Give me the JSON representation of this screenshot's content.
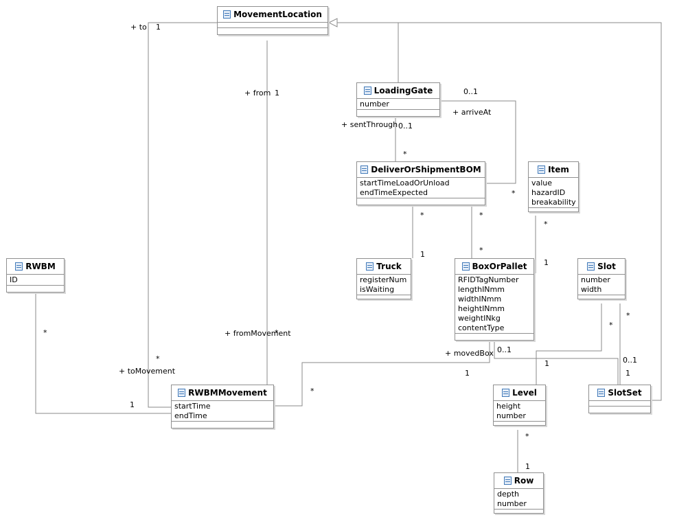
{
  "classes": {
    "movement_location": {
      "name": "MovementLocation",
      "attributes": []
    },
    "loading_gate": {
      "name": "LoadingGate",
      "attributes": [
        "number"
      ]
    },
    "deliver_or_shipment_bom": {
      "name": "DeliverOrShipmentBOM",
      "attributes": [
        "startTimeLoadOrUnload",
        "endTimeExpected"
      ]
    },
    "item": {
      "name": "Item",
      "attributes": [
        "value",
        "hazardID",
        "breakability"
      ]
    },
    "rwbm": {
      "name": "RWBM",
      "attributes": [
        "ID"
      ]
    },
    "truck": {
      "name": "Truck",
      "attributes": [
        "registerNum",
        "isWaiting"
      ]
    },
    "box_or_pallet": {
      "name": "BoxOrPallet",
      "attributes": [
        "RFIDTagNumber",
        "lengthINmm",
        "widthINmm",
        "heightINmm",
        "weightINkg",
        "contentType"
      ]
    },
    "slot": {
      "name": "Slot",
      "attributes": [
        "number",
        "width"
      ]
    },
    "rwbm_movement": {
      "name": "RWBMMovement",
      "attributes": [
        "startTime",
        "endTime"
      ]
    },
    "level": {
      "name": "Level",
      "attributes": [
        "height",
        "number"
      ]
    },
    "slot_set": {
      "name": "SlotSet",
      "attributes": []
    },
    "row": {
      "name": "Row",
      "attributes": [
        "depth",
        "number"
      ]
    }
  },
  "labels": {
    "to_role": "+ to",
    "to_mult": "1",
    "from_role": "+ from",
    "from_mult": "1",
    "arrive_at_mult_gate": "0..1",
    "arrive_at_role": "+ arriveAt",
    "sent_through_role": "+ sentThrough",
    "sent_through_mult": "0..1",
    "bom_gate_mult": "*",
    "bom_arrive_mult": "*",
    "bom_truck_mult": "*",
    "truck_mult": "1",
    "bom_box_mult": "*",
    "box_bom_mult": "*",
    "item_mult": "*",
    "item_box_mult": "1",
    "rwbm_mult": "*",
    "from_movement_role": "+ fromMovement",
    "from_movement_mult": "*",
    "to_movement_mult": "*",
    "to_movement_role": "+ toMovement",
    "moved_box_role": "+ movedBox",
    "moved_box_mult": "1",
    "box_slotset_mult": "0..1",
    "rwbm_movement_rwbm_mult": "1",
    "movement_box_mult": "*",
    "slot_level_mult": "*",
    "level_slot_mult": "1",
    "slot_slotset_mult": "*",
    "slotset_box_mult": "0..1",
    "slotset_slot_mult": "1",
    "level_row_mult": "*",
    "row_mult": "1"
  }
}
